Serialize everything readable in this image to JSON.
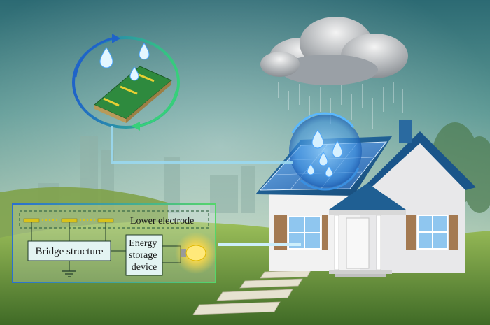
{
  "circuit": {
    "lower_electrode": "Lower electrode",
    "bridge_structure": "Bridge structure",
    "energy_storage": [
      "Energy",
      "storage",
      "device"
    ]
  },
  "colors": {
    "sky_top": "#2f6a72",
    "sky_mid": "#8cb6a8",
    "grass": "#6e9a3c",
    "roof": "#1f5f93",
    "house_wall": "#eeeeee",
    "solar_panel": "#3f7fc8",
    "circuit_box": "#e3f4f2",
    "electrode_bar": "#d9c21a",
    "connector_line": "#9ad8f0",
    "bulb_glow": "#ffd94a",
    "sensor_board": "#2e8a3e"
  },
  "icons": [
    "cloud-icon",
    "raindrop-icon",
    "light-bulb-icon",
    "ground-icon",
    "house-icon",
    "solar-panel-icon",
    "sensor-device-icon"
  ]
}
